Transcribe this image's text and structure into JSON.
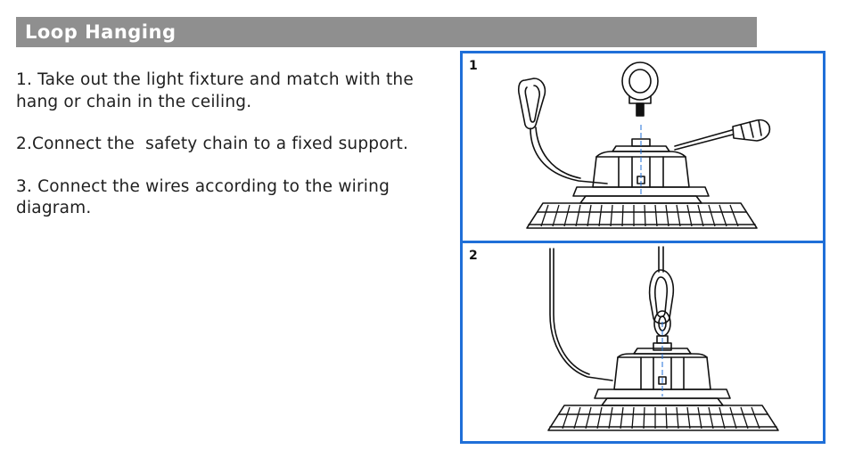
{
  "header": {
    "title": "Loop Hanging",
    "bar_color": "#8f8f8f"
  },
  "steps": [
    "1. Take out the light fixture and match with the\nhang or chain in the ceiling.",
    "2.Connect the  safety chain to a fixed support.",
    "3. Connect the wires according to the wiring\ndiagram."
  ],
  "panels": [
    {
      "number": "1",
      "illustration": "fixture-with-eyebolt-carabiner-screwdriver"
    },
    {
      "number": "2",
      "illustration": "fixture-hung-from-hook-with-safety-wire"
    }
  ],
  "accent_color": "#1f6fd8"
}
